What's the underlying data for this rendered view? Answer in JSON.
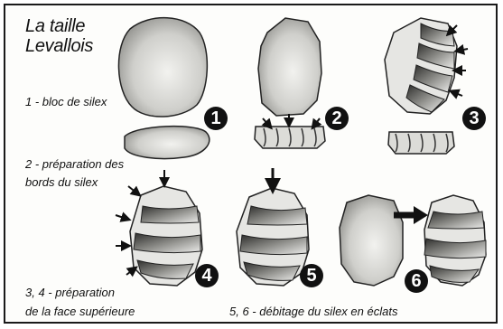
{
  "title": {
    "line1": "La taille",
    "line2": "Levallois"
  },
  "captions": {
    "step1": "1 - bloc de silex",
    "step2_line1": "2 - préparation des",
    "step2_line2": "bords du silex",
    "step34_line1": "3, 4 - préparation",
    "step34_line2": "de la face supérieure",
    "step56": "5, 6 - débitage du silex en éclats"
  },
  "step_numbers": [
    "1",
    "2",
    "3",
    "4",
    "5",
    "6"
  ],
  "colors": {
    "ink": "#111111",
    "stone_light": "#d8d8d4",
    "stone_dark": "#4a4a48",
    "background": "#fdfdfb"
  }
}
